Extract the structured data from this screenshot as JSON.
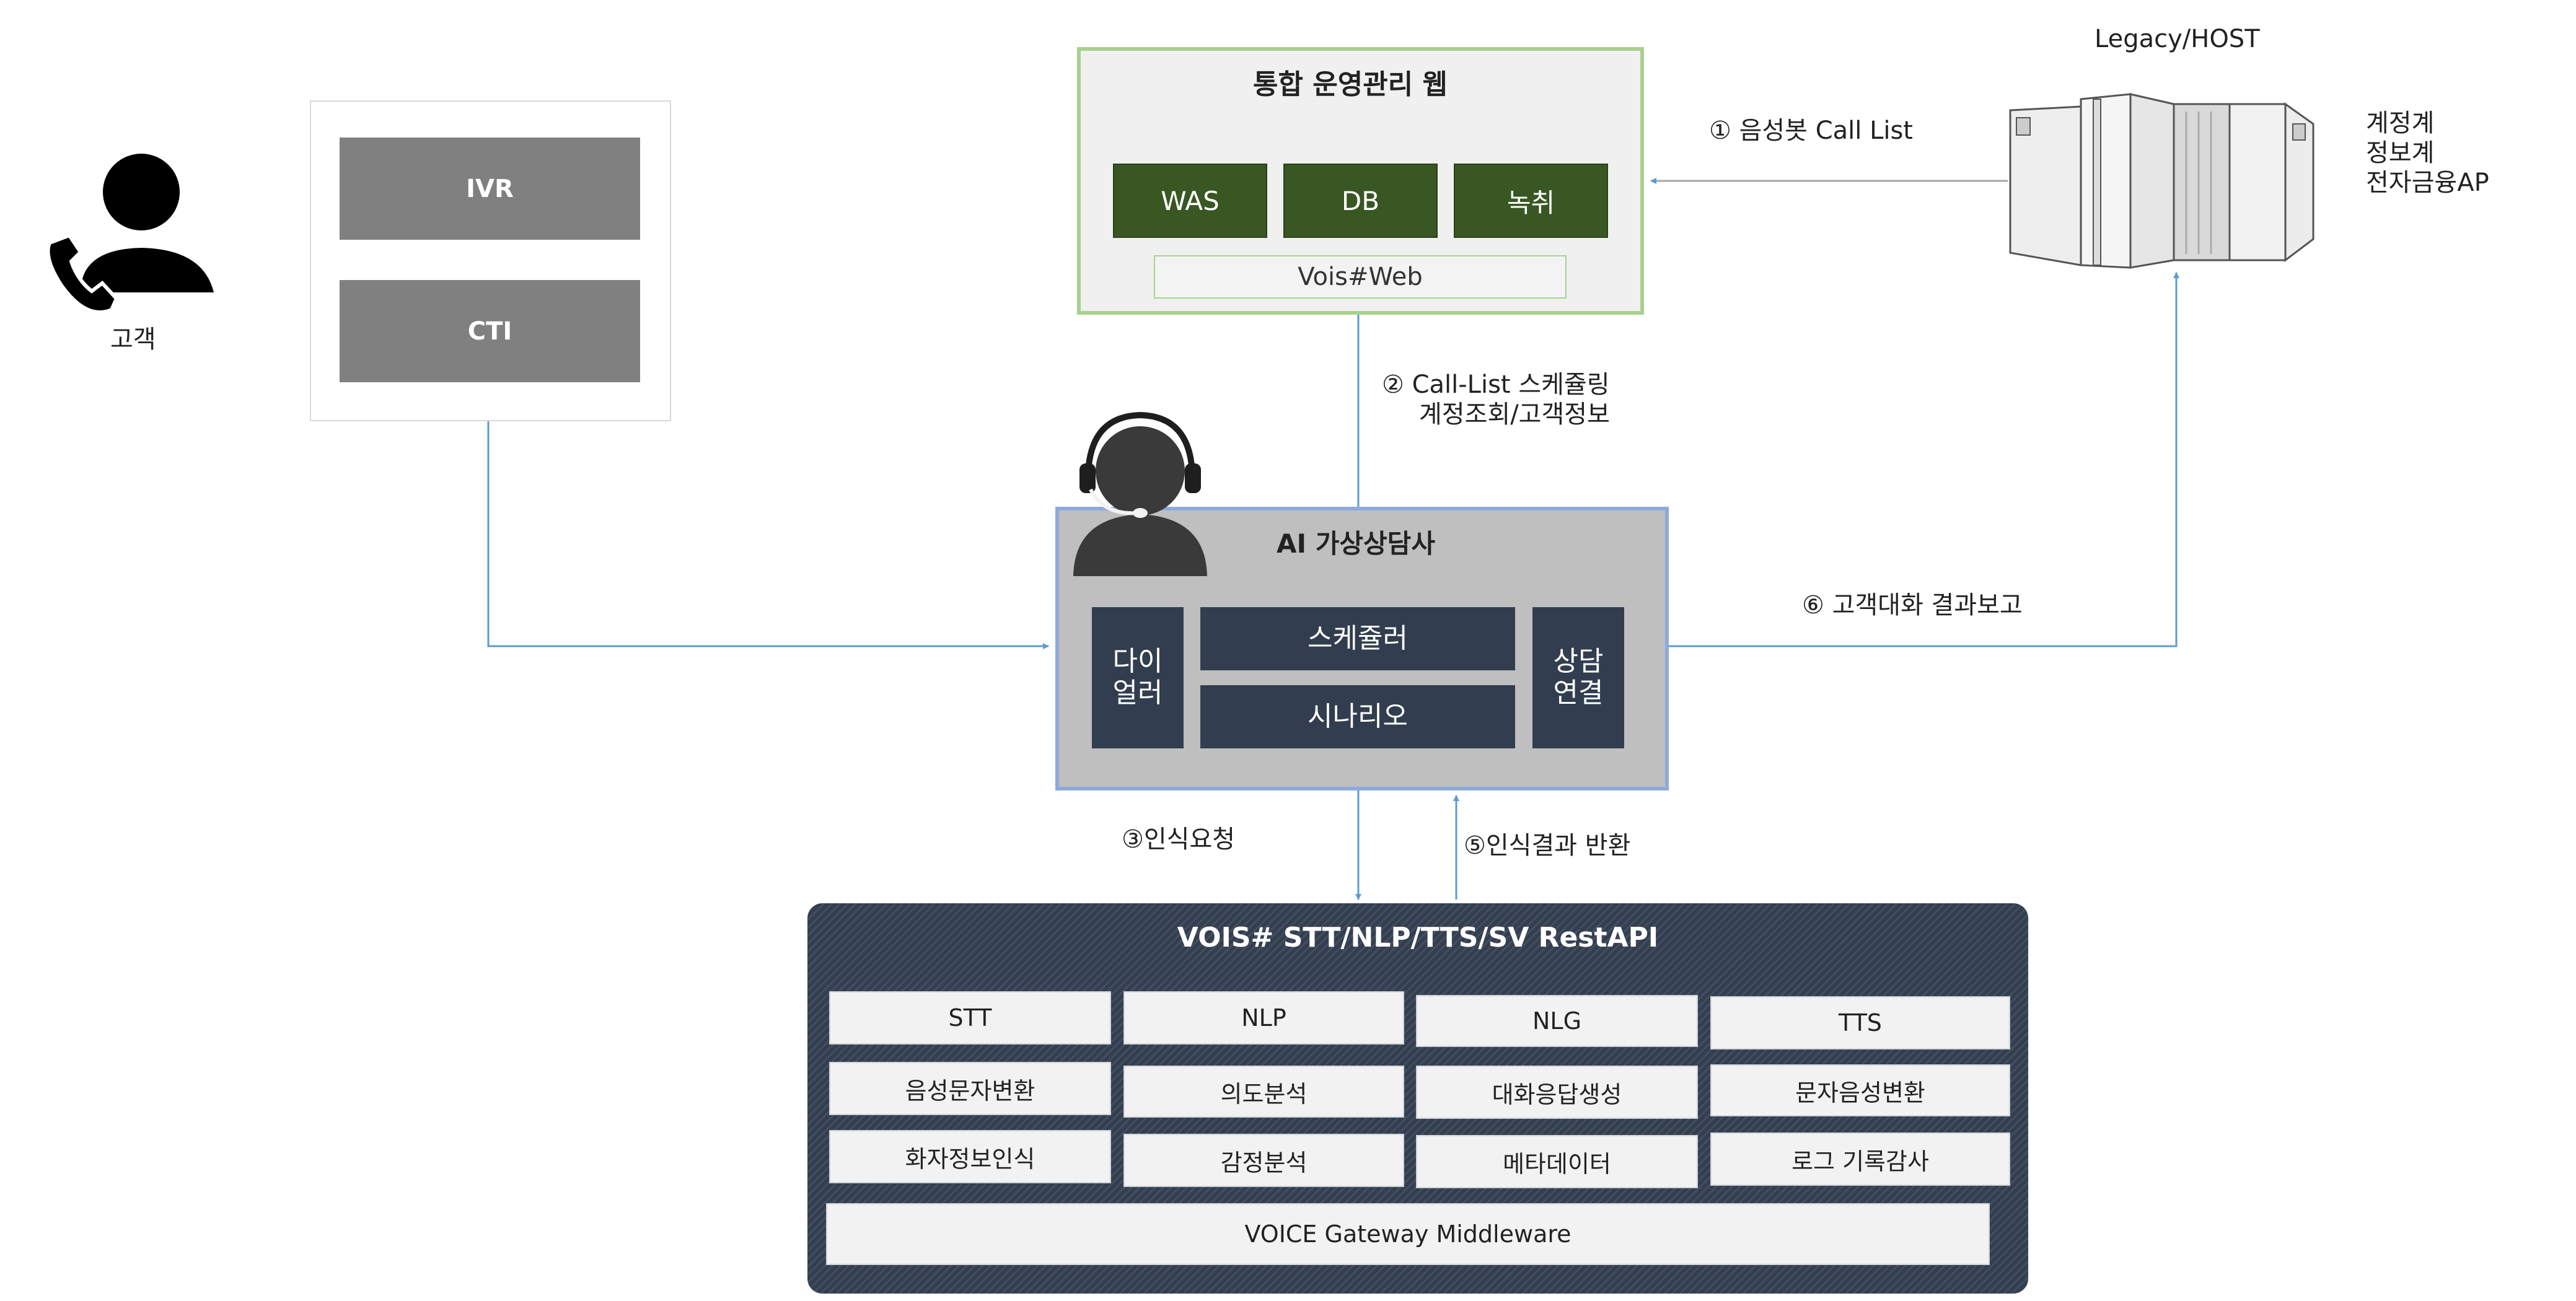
{
  "customer": {
    "label": "고객"
  },
  "channel": {
    "ivr": "IVR",
    "cti": "CTI"
  },
  "management": {
    "title": "통합 운영관리 웹",
    "modules": [
      "WAS",
      "DB",
      "녹취"
    ],
    "web": "Vois#Web"
  },
  "legacy": {
    "title": "Legacy/HOST",
    "systems": [
      "계정계",
      "정보계",
      "전자금융AP"
    ]
  },
  "ai_agent": {
    "title": "AI 가상상담사",
    "dialer": [
      "다이",
      "얼러"
    ],
    "scheduler": "스케쥴러",
    "scenario": "시나리오",
    "connect": [
      "상담",
      "연결"
    ]
  },
  "api": {
    "title": "VOIS# STT/NLP/TTS/SV RestAPI",
    "grid": [
      [
        "STT",
        "NLP",
        "NLG",
        "TTS"
      ],
      [
        "음성문자변환",
        "의도분석",
        "대화응답생성",
        "문자음성변환"
      ],
      [
        "화자정보인식",
        "감정분석",
        "메타데이터",
        "로그 기록감사"
      ]
    ],
    "gateway": "VOICE Gateway Middleware"
  },
  "flows": {
    "step1": "① 음성봇 Call List",
    "step2_line1": "② Call-List 스케쥴링",
    "step2_line2": "계정조회/고객정보",
    "step3": "③인식요청",
    "step5": "⑤인식결과 반환",
    "step6": "⑥ 고객대화 결과보고"
  },
  "colors": {
    "arrow": "#5b9bd5",
    "mgmt_border": "#a9d18e",
    "mgmt_block": "#385723",
    "ai_border": "#8eaadb",
    "navy": "#323e4f",
    "gray_block": "#808080"
  }
}
